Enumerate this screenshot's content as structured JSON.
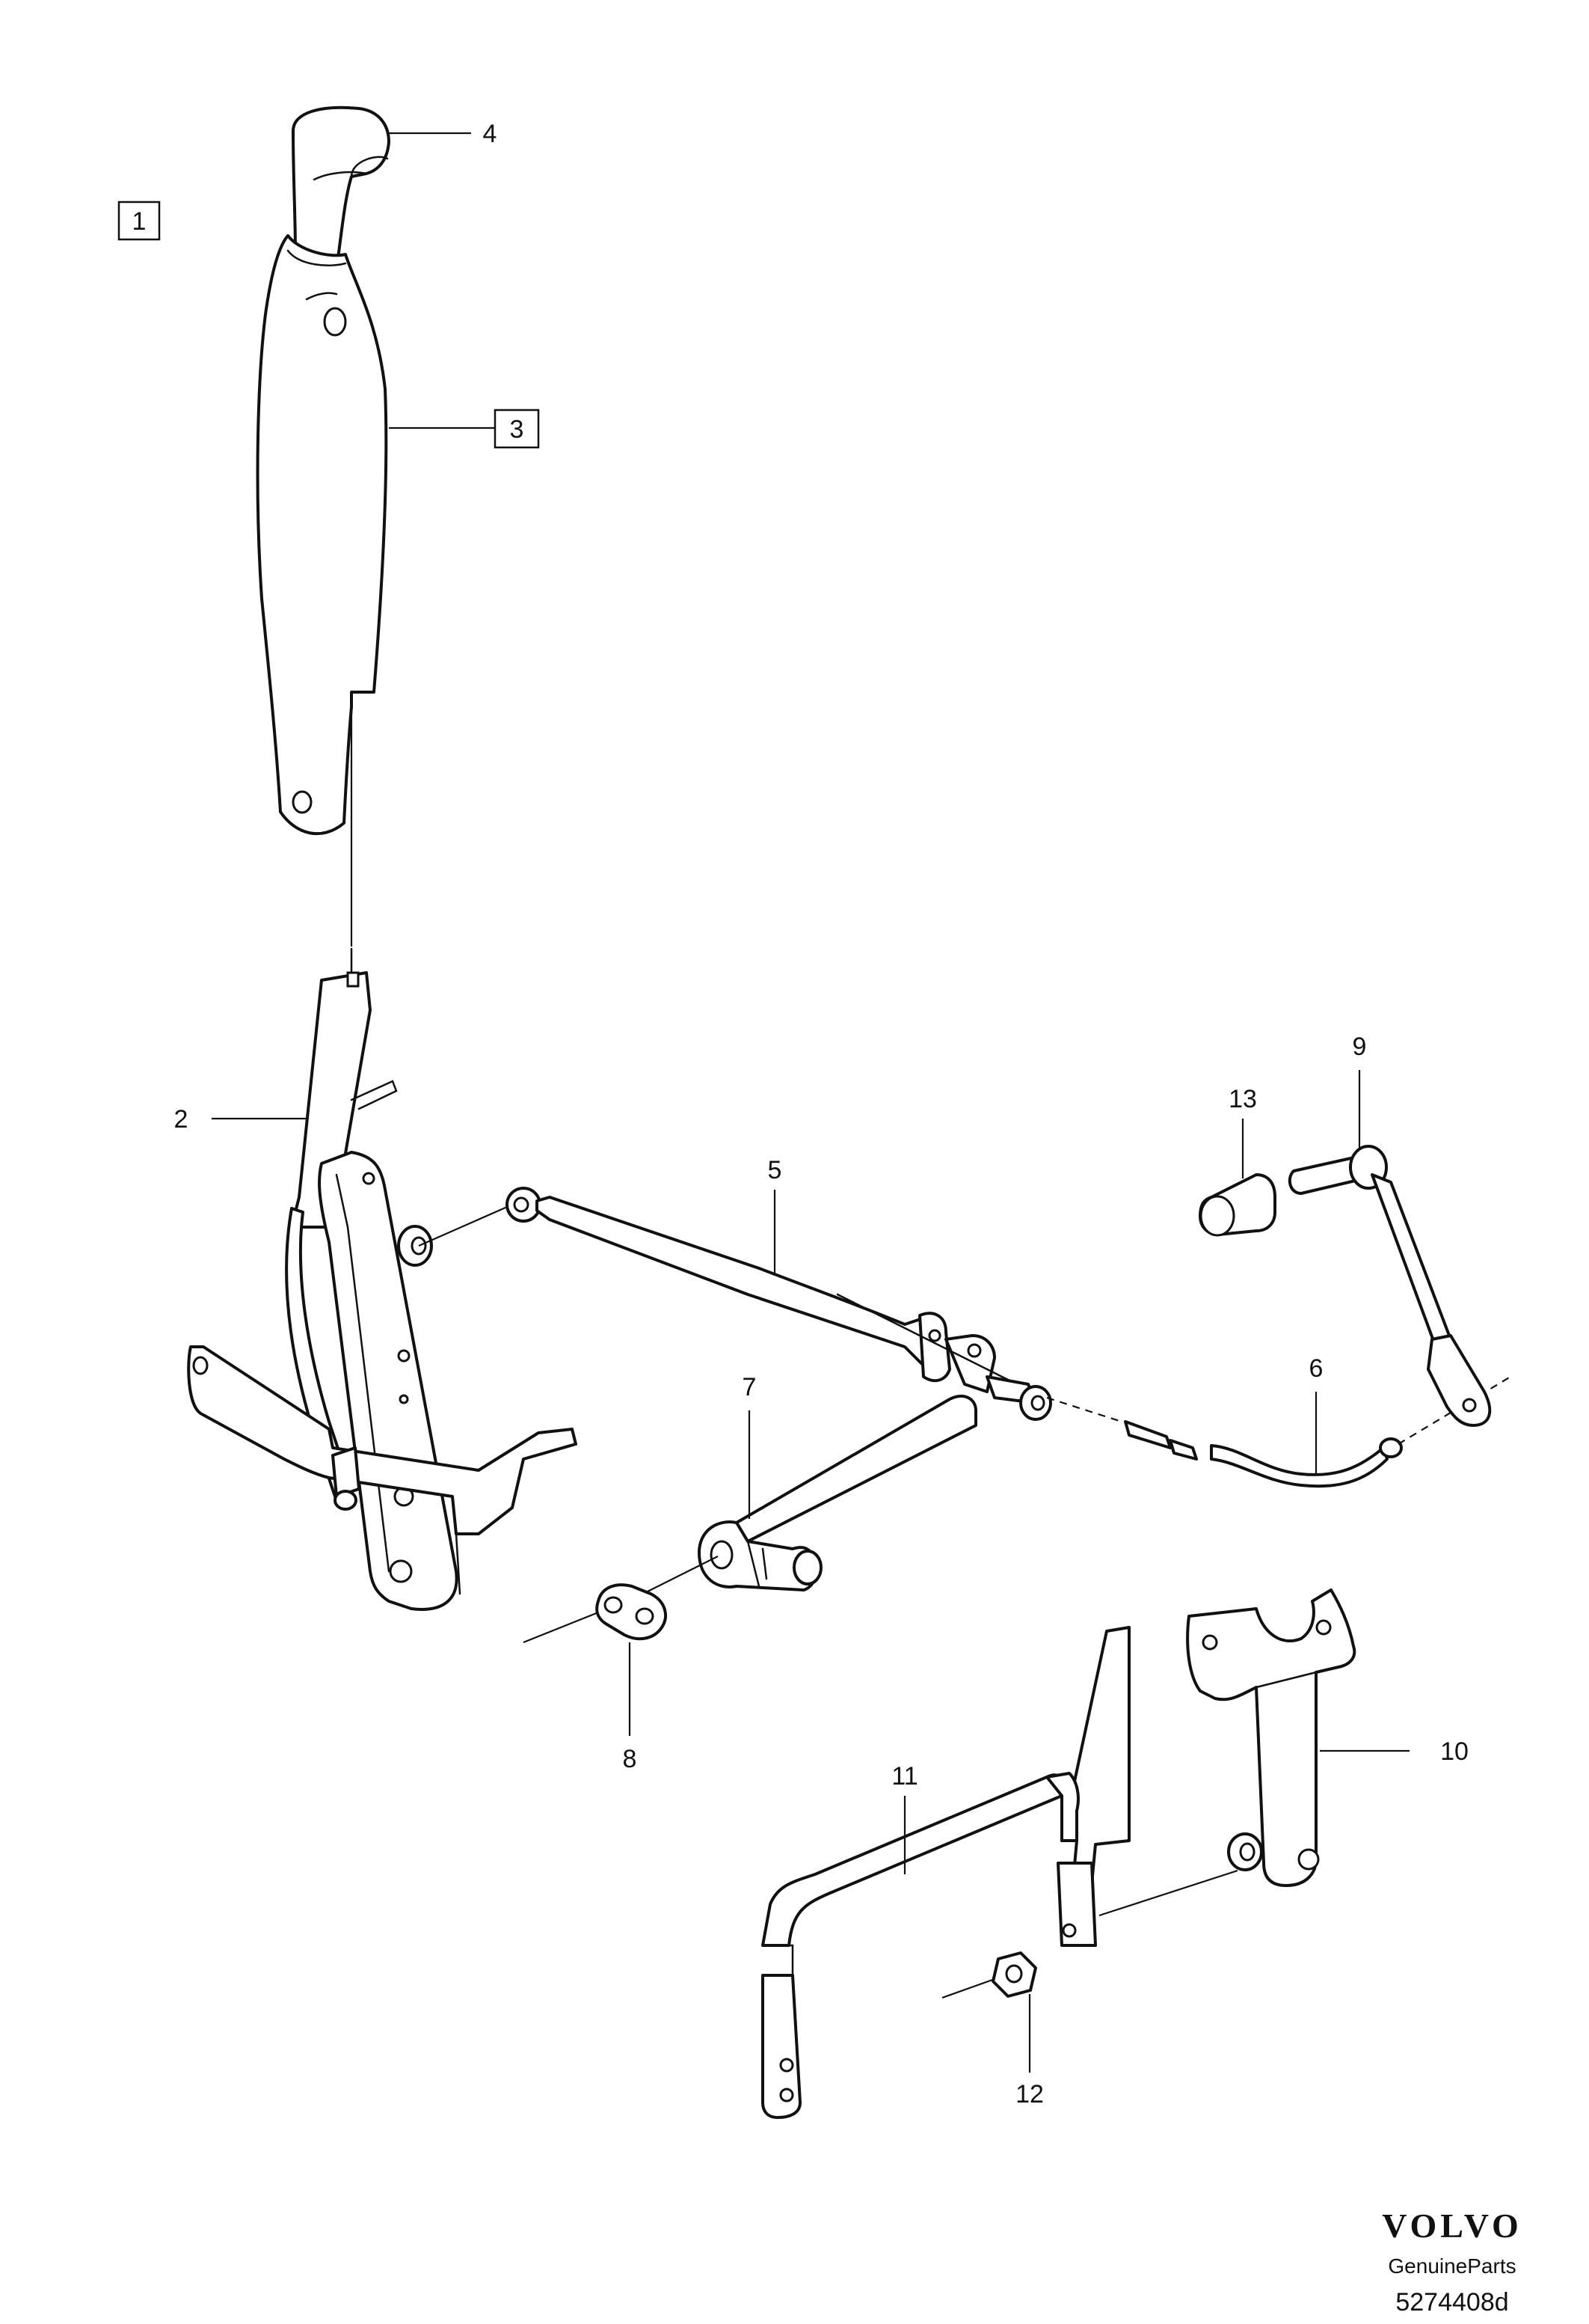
{
  "callouts": {
    "c1": "1",
    "c2": "2",
    "c3": "3",
    "c4": "4",
    "c5": "5",
    "c6": "6",
    "c7": "7",
    "c8": "8",
    "c9": "9",
    "c10": "10",
    "c11": "11",
    "c12": "12",
    "c13": "13"
  },
  "footer": {
    "brand": "VOLVO",
    "tagline": "GenuineParts",
    "doc_number": "5274408d"
  }
}
